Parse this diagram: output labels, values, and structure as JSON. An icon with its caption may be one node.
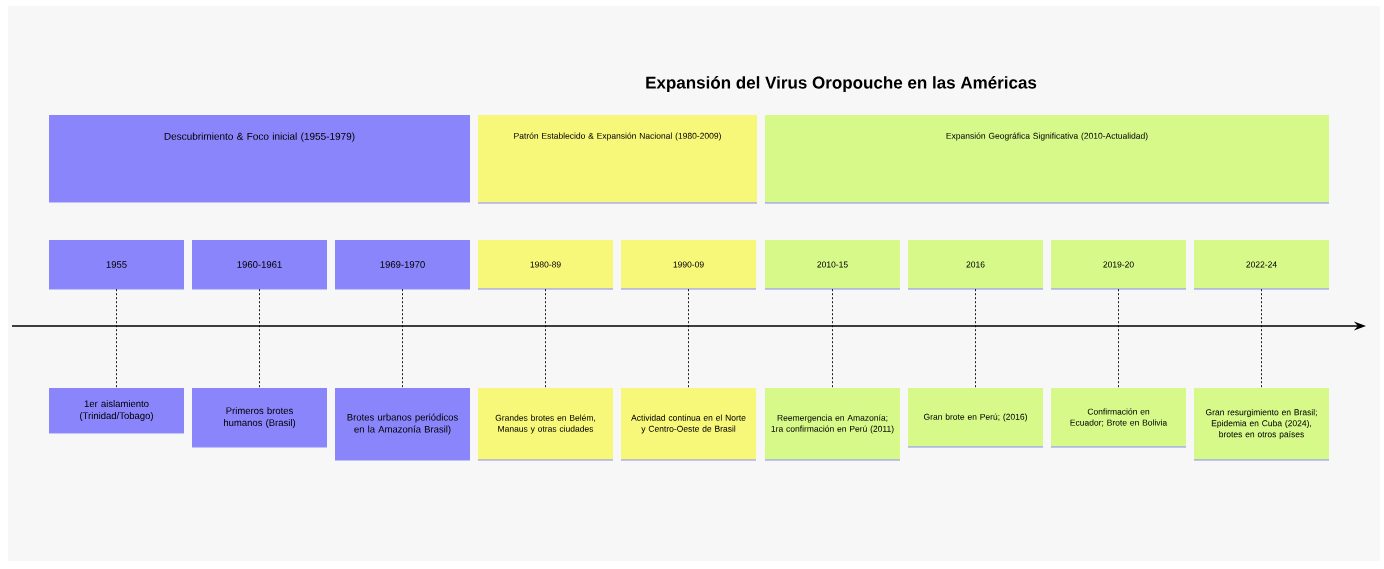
{
  "diagram": {
    "title": "Expansión del Virus Oropouche en las Américas",
    "nodes": [
      {
        "text": [
          "Descubrimiento & Foco inicial (1955-1979)"
        ]
      },
      {
        "text": [
          "Patrón Establecido & Expansión Nacional (1980-2009)"
        ]
      },
      {
        "text": [
          "Expansión Geográfica Significativa (2010-Actualidad)"
        ]
      },
      {
        "text": [
          "1955"
        ]
      },
      {
        "text": [
          "1960-1961"
        ]
      },
      {
        "text": [
          "1969-1970"
        ]
      },
      {
        "text": [
          "1980-89"
        ]
      },
      {
        "text": [
          "1990-09"
        ]
      },
      {
        "text": [
          "2010-15"
        ]
      },
      {
        "text": [
          "2016"
        ]
      },
      {
        "text": [
          "2019-20"
        ]
      },
      {
        "text": [
          "2022-24"
        ]
      },
      {
        "text": [
          "1er aislamiento (Trinidad/Tobago)"
        ]
      },
      {
        "text": [
          "Primeros brotes humanos (Brasil)"
        ]
      },
      {
        "text": [
          "Brotes urbanos periódicos en la Amazonía Brasil)"
        ]
      },
      {
        "text": [
          "Grandes brotes en Belém, Manaus y otras ciudades"
        ]
      },
      {
        "text": [
          "Actividad continua en el Norte y Centro-Oeste de Brasil"
        ]
      },
      {
        "text": [
          "Reemergencia en Amazonía; 1ra confirmación en Perú (2011)"
        ]
      },
      {
        "text": [
          "Gran brote en Perú; (2016)"
        ]
      },
      {
        "text": [
          "Confirmación en Ecuador; Brote en Bolivia"
        ]
      },
      {
        "text": [
          "Gran resurgimiento en Brasil; Epidemia en Cuba (2024), brotes en otros países"
        ]
      }
    ],
    "edges": [
      {
        "from": 3,
        "to": 12,
        "arrow": "none",
        "style": "dashed"
      },
      {
        "from": 4,
        "to": 13,
        "arrow": "none",
        "style": "dashed"
      },
      {
        "from": 5,
        "to": 14,
        "arrow": "none",
        "style": "dashed"
      },
      {
        "from": 6,
        "to": 15,
        "arrow": "none",
        "style": "dashed"
      },
      {
        "from": 7,
        "to": 16,
        "arrow": "none",
        "style": "dashed"
      },
      {
        "from": 8,
        "to": 17,
        "arrow": "none",
        "style": "dashed"
      },
      {
        "from": 9,
        "to": 18,
        "arrow": "none",
        "style": "dashed"
      },
      {
        "from": 10,
        "to": 19,
        "arrow": "none",
        "style": "dashed"
      },
      {
        "from": 11,
        "to": 20,
        "arrow": "none",
        "style": "dashed"
      }
    ]
  }
}
